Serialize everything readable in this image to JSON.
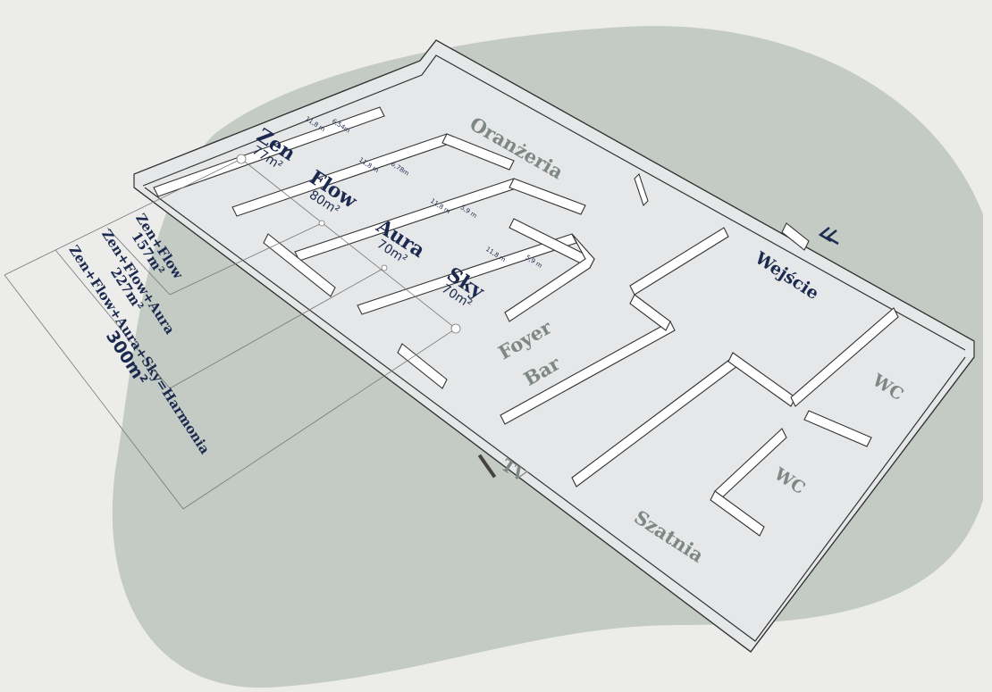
{
  "colors": {
    "background": "#ececeb",
    "blob": "#c3cbc4",
    "floor": "#e6e7e8",
    "wall": "#ffffff",
    "text_dark": "#1c2a4f",
    "text_grey": "#7d8784"
  },
  "rooms": [
    {
      "name": "Zen",
      "area": "77m²",
      "length": "11,8 m",
      "width": "6,54m"
    },
    {
      "name": "Flow",
      "area": "80m²",
      "length": "11,8 m",
      "width": "6,78m"
    },
    {
      "name": "Aura",
      "area": "70m²",
      "length": "11,8 m",
      "width": "5,9 m"
    },
    {
      "name": "Sky",
      "area": "70m²",
      "length": "11,8 m",
      "width": "5,9 m"
    }
  ],
  "zones": {
    "oranzeria": "Oranżeria",
    "wejscie": "Wejście",
    "foyer": "Foyer",
    "bar": "Bar",
    "wc1": "WC",
    "wc2": "WC",
    "tv": "TV",
    "szatnia": "Szatnia"
  },
  "combinations": [
    {
      "label": "Zen+Flow",
      "area": "157m²"
    },
    {
      "label": "Zen+Flow+Aura",
      "area": "227m²"
    },
    {
      "label": "Zen+Flow+Aura+Sky=Harmonia",
      "area": "300m²"
    }
  ],
  "entrance_icon": "double-chevron-left-icon"
}
